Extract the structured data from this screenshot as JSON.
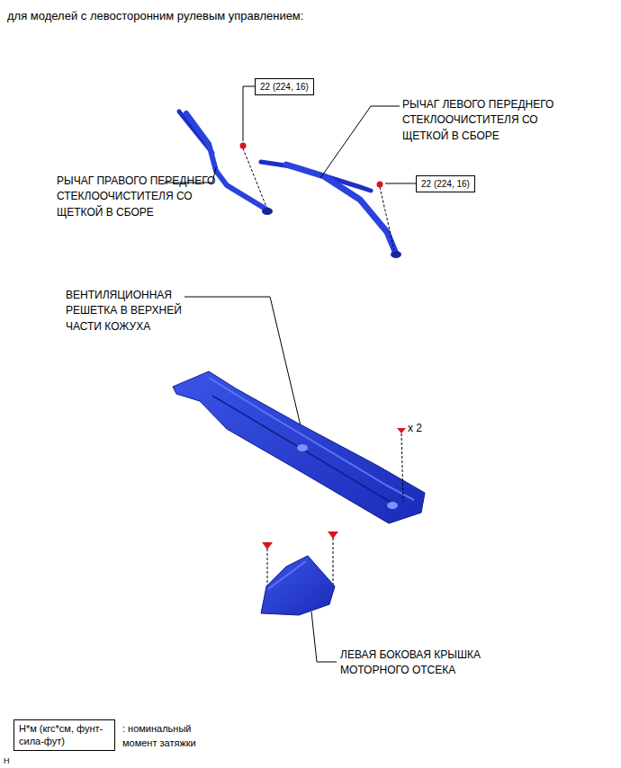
{
  "diagram": {
    "title": "для моделей с левосторонним рулевым управлением:",
    "nodes": [
      {
        "text": [
          "22 (224, 16)"
        ]
      },
      {
        "text": [
          "22 (224, 16)"
        ]
      },
      {
        "text": [
          "Н*м (кгс*см, фунт-сила-фут)"
        ]
      }
    ],
    "labels": [
      "РЫЧАГ ЛЕВОГО ПЕРЕДНЕГО СТЕКЛООЧИСТИТЕЛЯ СО ЩЕТКОЙ В СБОРЕ",
      "РЫЧАГ ПРАВОГО ПЕРЕДНЕГО СТЕКЛООЧИСТИТЕЛЯ СО ЩЕТКОЙ В СБОРЕ",
      "ВЕНТИЛЯЦИОННАЯ РЕШЕТКА В ВЕРХНЕЙ ЧАСТИ КОЖУХА",
      "x 2",
      "ЛЕВАЯ БОКОВАЯ КРЫШКА МОТОРНОГО ОТСЕКА",
      ": номинальный момент затяжки",
      "H"
    ]
  }
}
